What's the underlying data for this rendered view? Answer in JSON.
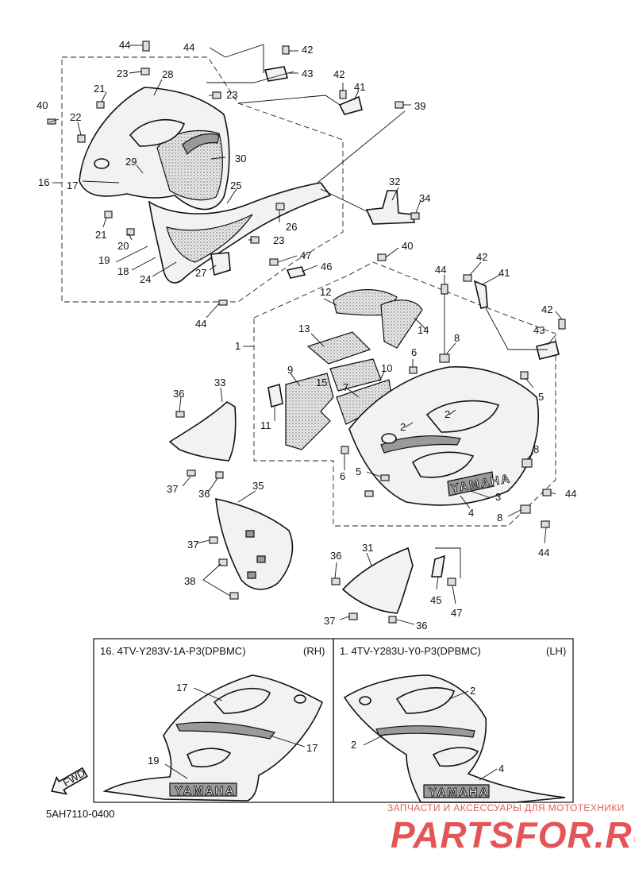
{
  "diagram": {
    "callouts": [
      "1",
      "2",
      "3",
      "4",
      "5",
      "6",
      "7",
      "8",
      "9",
      "10",
      "11",
      "12",
      "13",
      "14",
      "15",
      "16",
      "17",
      "18",
      "19",
      "20",
      "21",
      "22",
      "23",
      "24",
      "25",
      "26",
      "27",
      "28",
      "29",
      "30",
      "31",
      "32",
      "33",
      "34",
      "35",
      "36",
      "37",
      "38",
      "39",
      "40",
      "41",
      "42",
      "43",
      "44",
      "45",
      "46",
      "47"
    ],
    "brand_label": "YAMAHA",
    "fwd_label": "FWD"
  },
  "bottom_panels": {
    "rh": {
      "title": "16. 4TV-Y283V-1A-P3(DPBMC)",
      "side": "(RH)"
    },
    "lh": {
      "title": "1. 4TV-Y283U-Y0-P3(DPBMC)",
      "side": "(LH)"
    }
  },
  "diagram_code": "5AH7110-0400",
  "watermark": {
    "tagline": "ЗАПЧАСТИ И АКСЕССУАРЫ ДЛЯ МОТОТЕХНИКИ",
    "logo": "PARTSFOR.RU"
  }
}
